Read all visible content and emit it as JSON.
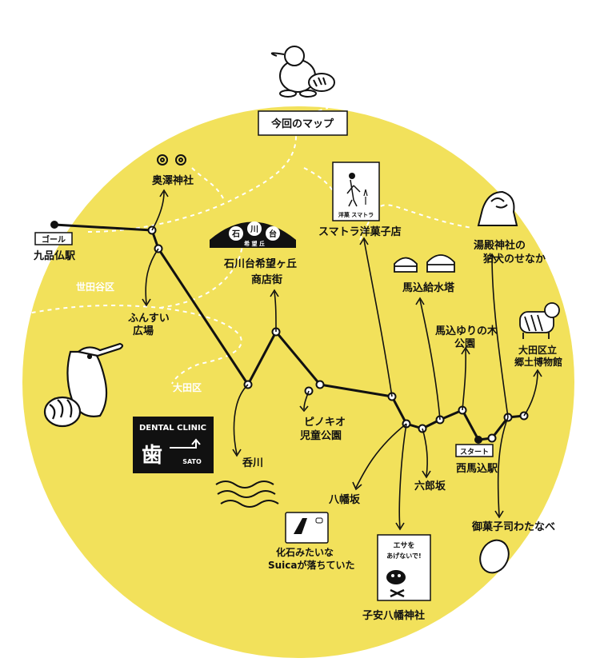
{
  "title": "今回のマップ",
  "colors": {
    "circle": "#F2E15B",
    "ink": "#111111",
    "paper": "#ffffff"
  },
  "places": {
    "goal_sign": "ゴール",
    "kuhonbutsu": "九品仏駅",
    "okusawa": "奥澤神社",
    "setagaya": "世田谷区",
    "funsui": [
      "ふんすい",
      "広場"
    ],
    "ota": "大田区",
    "ishikawa": [
      "石川台希望ヶ丘",
      "商店街"
    ],
    "sign_ishi": "石",
    "sign_kawa": "川",
    "sign_dai": "台",
    "sign_bottom": "希 望 丘",
    "dental_title": "DENTAL CLINIC",
    "dental_sato": "SATO",
    "dental_glyph": "歯",
    "kagawa": "呑川",
    "pinokio": [
      "ピノキオ",
      "児童公園"
    ],
    "suica": [
      "化石みたいな",
      "Suicaが落ちていた"
    ],
    "sumatra": "スマトラ洋菓子店",
    "sumatra_sign": "洋菓 スマトラ",
    "hachiman_zaka": "八幡坂",
    "koyasu": "子安八幡神社",
    "koyasu_sign": [
      "エサを",
      "あげないで!"
    ],
    "rokuro": "六郎坂",
    "magome_tower": "馬込給水塔",
    "yuri": [
      "馬込ゆりの木",
      "公園"
    ],
    "yudono": [
      "湯殿神社の",
      "狛犬のせなか"
    ],
    "museum": [
      "大田区立",
      "郷土博物館"
    ],
    "start_sign": "スタート",
    "nishimagome": "西馬込駅",
    "watanabe": "御菓子司わたなべ"
  }
}
